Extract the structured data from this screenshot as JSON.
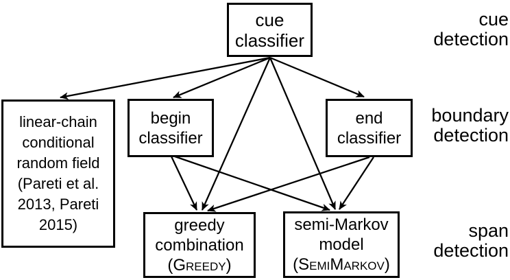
{
  "figure": {
    "background_color": "#ffffff",
    "line_color": "#000000",
    "text_color": "#000000",
    "nodes": {
      "cue_classifier": {
        "lines": [
          "cue",
          "classifier"
        ]
      },
      "crf": {
        "lines": [
          "linear-chain",
          "conditional",
          "random field",
          "(Pareti et al.",
          "2013, Pareti",
          "2015)"
        ]
      },
      "begin_classifier": {
        "lines": [
          "begin",
          "classifier"
        ]
      },
      "end_classifier": {
        "lines": [
          "end",
          "classifier"
        ]
      },
      "greedy_combination": {
        "lines": [
          "greedy",
          "combination"
        ],
        "caps_line": "(Greedy)"
      },
      "semi_markov": {
        "lines": [
          "semi-Markov",
          "model"
        ],
        "caps_line": "(SemiMarkov)"
      }
    },
    "stage_labels": {
      "cue_detection": {
        "lines": [
          "cue",
          "detection"
        ]
      },
      "boundary_detection": {
        "lines": [
          "boundary",
          "detection"
        ]
      },
      "span_detection": {
        "lines": [
          "span",
          "detection"
        ]
      }
    },
    "edges": [
      {
        "from": "cue classifier",
        "to": "linear-chain conditional random field"
      },
      {
        "from": "cue classifier",
        "to": "begin classifier"
      },
      {
        "from": "cue classifier",
        "to": "end classifier"
      },
      {
        "from": "cue classifier",
        "to": "greedy combination"
      },
      {
        "from": "cue classifier",
        "to": "semi-Markov model"
      },
      {
        "from": "begin classifier",
        "to": "greedy combination"
      },
      {
        "from": "begin classifier",
        "to": "semi-Markov model"
      },
      {
        "from": "end classifier",
        "to": "greedy combination"
      },
      {
        "from": "end classifier",
        "to": "semi-Markov model"
      }
    ]
  }
}
